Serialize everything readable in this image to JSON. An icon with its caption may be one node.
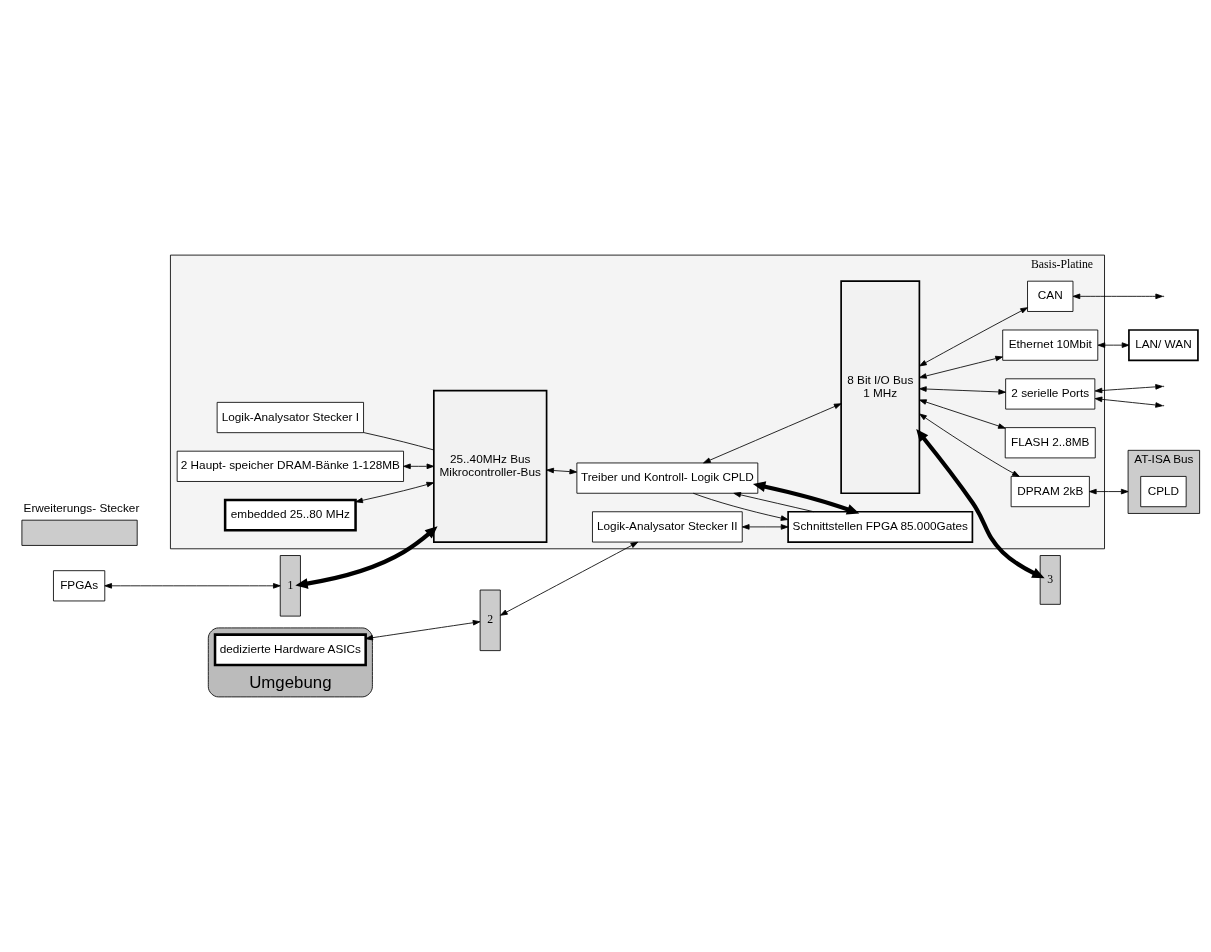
{
  "diagram": {
    "nodes": [
      {
        "text": [
          "Basis-Platine"
        ]
      },
      {
        "text": [
          "FPGAs"
        ]
      },
      {
        "text": [
          "1"
        ]
      },
      {
        "text": [
          "Logik-Analysator Stecker I"
        ],
        "in": 0
      },
      {
        "text": [
          "25..40MHz Bus",
          "Mikrocontroller-Bus"
        ],
        "in": 0
      },
      {
        "text": [
          "2 Haupt- speicher DRAM-Bänke 1-128MB"
        ],
        "in": 0
      },
      {
        "text": [
          "embedded 25..80 MHz"
        ],
        "in": 0
      },
      {
        "text": [
          "Treiber und Kontroll- Logik CPLD"
        ],
        "in": 0
      },
      {
        "text": [
          "8 Bit I/O Bus",
          "1 MHz"
        ],
        "in": 0
      },
      {
        "text": [
          "CAN"
        ],
        "in": 0
      },
      {
        "text": [
          "FLASH 2..8MB"
        ],
        "in": 0
      },
      {
        "text": [
          "Ethernet 10Mbit"
        ],
        "in": 0
      },
      {
        "text": [
          "2 serielle Ports"
        ],
        "in": 0
      },
      {
        "text": [
          "DPRAM 2kB"
        ],
        "in": 0
      },
      {
        "text": [
          "LAN/ WAN"
        ]
      },
      {
        "text": [
          "AT-ISA Bus"
        ]
      },
      {
        "text": [
          "CPLD"
        ],
        "in": 15
      },
      {
        "text": [
          "3"
        ]
      },
      {
        "text": [
          "Umgebung"
        ]
      },
      {
        "text": [
          "dedizierte Hardware ASICs"
        ],
        "in": 18
      },
      {
        "text": [
          "2"
        ]
      },
      {
        "text": [
          "Logik-Analysator Stecker II"
        ],
        "in": 0
      },
      {
        "text": [
          "Schnittstellen FPGA 85.000Gates"
        ],
        "in": 0
      }
    ],
    "edges": [
      {
        "from": 1,
        "to": 2,
        "arrow": "both"
      },
      {
        "from": 2,
        "to": 4,
        "arrow": "both",
        "style": "thick"
      },
      {
        "from": 3,
        "to": 4,
        "arrow": "none"
      },
      {
        "from": 5,
        "to": 4,
        "arrow": "both"
      },
      {
        "from": 6,
        "to": 4,
        "arrow": "both"
      },
      {
        "from": 4,
        "to": 7,
        "arrow": "both"
      },
      {
        "from": 7,
        "to": 8,
        "arrow": "both"
      },
      {
        "from": 8,
        "to": 9,
        "arrow": "both"
      },
      {
        "from": 8,
        "to": 10,
        "arrow": "both"
      },
      {
        "from": 8,
        "to": 11,
        "arrow": "both"
      },
      {
        "from": 8,
        "to": 12,
        "arrow": "both"
      },
      {
        "from": 8,
        "to": 13,
        "arrow": "both"
      },
      {
        "from": 9,
        "to": null,
        "arrow": "both"
      },
      {
        "from": 11,
        "to": 14,
        "arrow": "both"
      },
      {
        "from": 12,
        "to": null,
        "arrow": "both"
      },
      {
        "from": 12,
        "to": null,
        "arrow": "both"
      },
      {
        "from": 13,
        "to": 15,
        "arrow": "both"
      },
      {
        "from": 8,
        "to": 17,
        "arrow": "both",
        "style": "thick"
      },
      {
        "from": 19,
        "to": 20,
        "arrow": "both"
      },
      {
        "from": 20,
        "to": 21,
        "arrow": "both"
      },
      {
        "from": 21,
        "to": 22,
        "arrow": "both"
      },
      {
        "from": 22,
        "to": 7,
        "arrow": "to"
      },
      {
        "from": 7,
        "to": 22,
        "arrow": "to"
      },
      {
        "from": 22,
        "to": 7,
        "arrow": "both",
        "style": "thick"
      }
    ],
    "legend": [
      {
        "text": "Erweiterungs- Stecker"
      }
    ]
  }
}
